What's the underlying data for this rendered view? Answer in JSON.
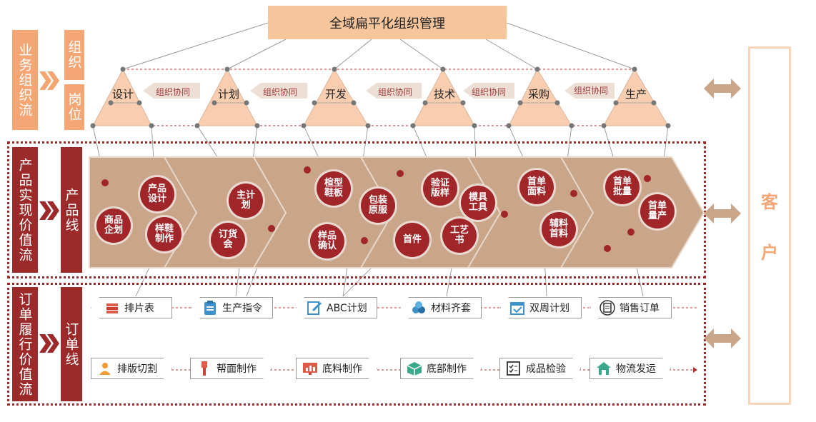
{
  "title": "全域扁平化组织管理",
  "left_labels": {
    "business_flow": "业务组织流",
    "org": "组织",
    "post": "岗位",
    "product_flow": "产品实现价值流",
    "product_line": "产品线",
    "order_flow": "订单履行价值流",
    "order_line": "订单线"
  },
  "departments": [
    "设计",
    "计划",
    "开发",
    "技术",
    "采购",
    "生产"
  ],
  "collab_label": "组织协同",
  "product_nodes": [
    {
      "label": "产品设计"
    },
    {
      "label": "商品企划"
    },
    {
      "label": "样鞋制作"
    },
    {
      "label": "主计划"
    },
    {
      "label": "订货会"
    },
    {
      "label": "楦型鞋板"
    },
    {
      "label": "样品确认"
    },
    {
      "label": "包装原服"
    },
    {
      "label": "验证版样"
    },
    {
      "label": "首件"
    },
    {
      "label": "模具工具"
    },
    {
      "label": "工艺书"
    },
    {
      "label": "首单面料"
    },
    {
      "label": "辅料首料"
    },
    {
      "label": "首单批量"
    },
    {
      "label": "首单量产"
    }
  ],
  "order_row1": [
    "排片表",
    "生产指令",
    "ABC计划",
    "材料齐套",
    "双周计划",
    "销售订单"
  ],
  "order_row2": [
    "排版切割",
    "帮面制作",
    "底料制作",
    "底部制作",
    "成品检验",
    "物流发运"
  ],
  "customer": [
    "客",
    "户"
  ],
  "colors": {
    "dark_red": "#9c2a2a",
    "orange": "#f4a775",
    "tan": "#c9a58a",
    "peach": "#f7c59c"
  }
}
